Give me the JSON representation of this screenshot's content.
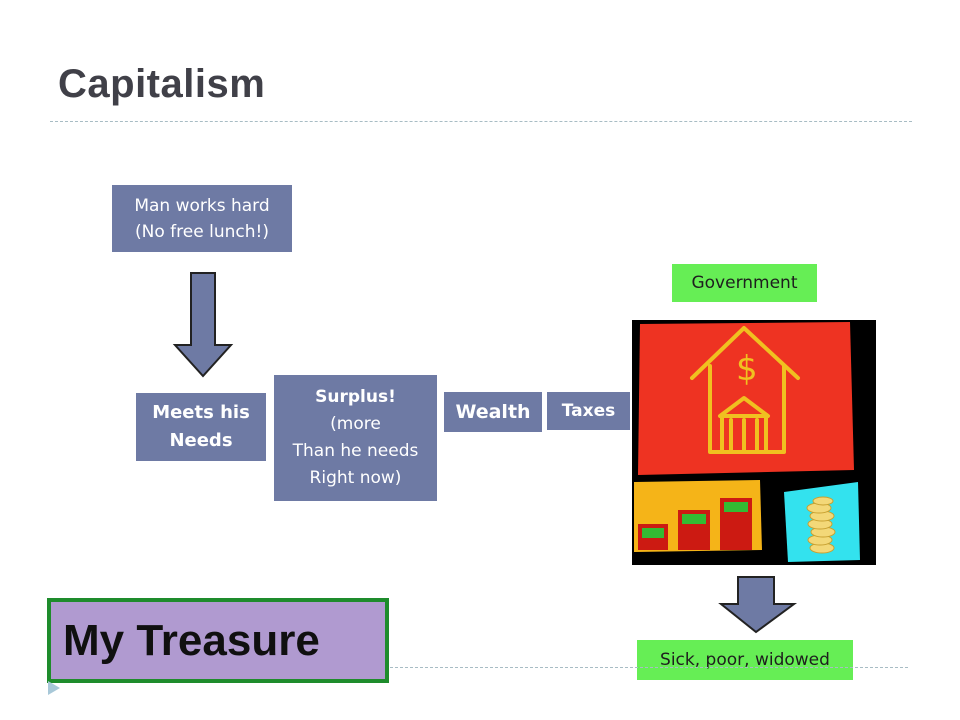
{
  "slide": {
    "title": "Capitalism"
  },
  "boxes": {
    "work": [
      "Man works hard",
      "(No free lunch!)"
    ],
    "needs": [
      "Meets his",
      "Needs"
    ],
    "surplus": [
      "Surplus!",
      "(more",
      "Than he needs",
      "Right now)"
    ],
    "wealth": "Wealth",
    "taxes": "Taxes",
    "government": "Government",
    "sick": "Sick, poor, widowed",
    "treasure": "My Treasure"
  },
  "picture": {
    "sign_glyph": "$"
  },
  "colors": {
    "box_fill": "#6e7aa4",
    "green_label": "#66ee55",
    "treasure_fill": "#b09ad0",
    "treasure_border": "#1e8c2c",
    "title_color": "#404048"
  }
}
